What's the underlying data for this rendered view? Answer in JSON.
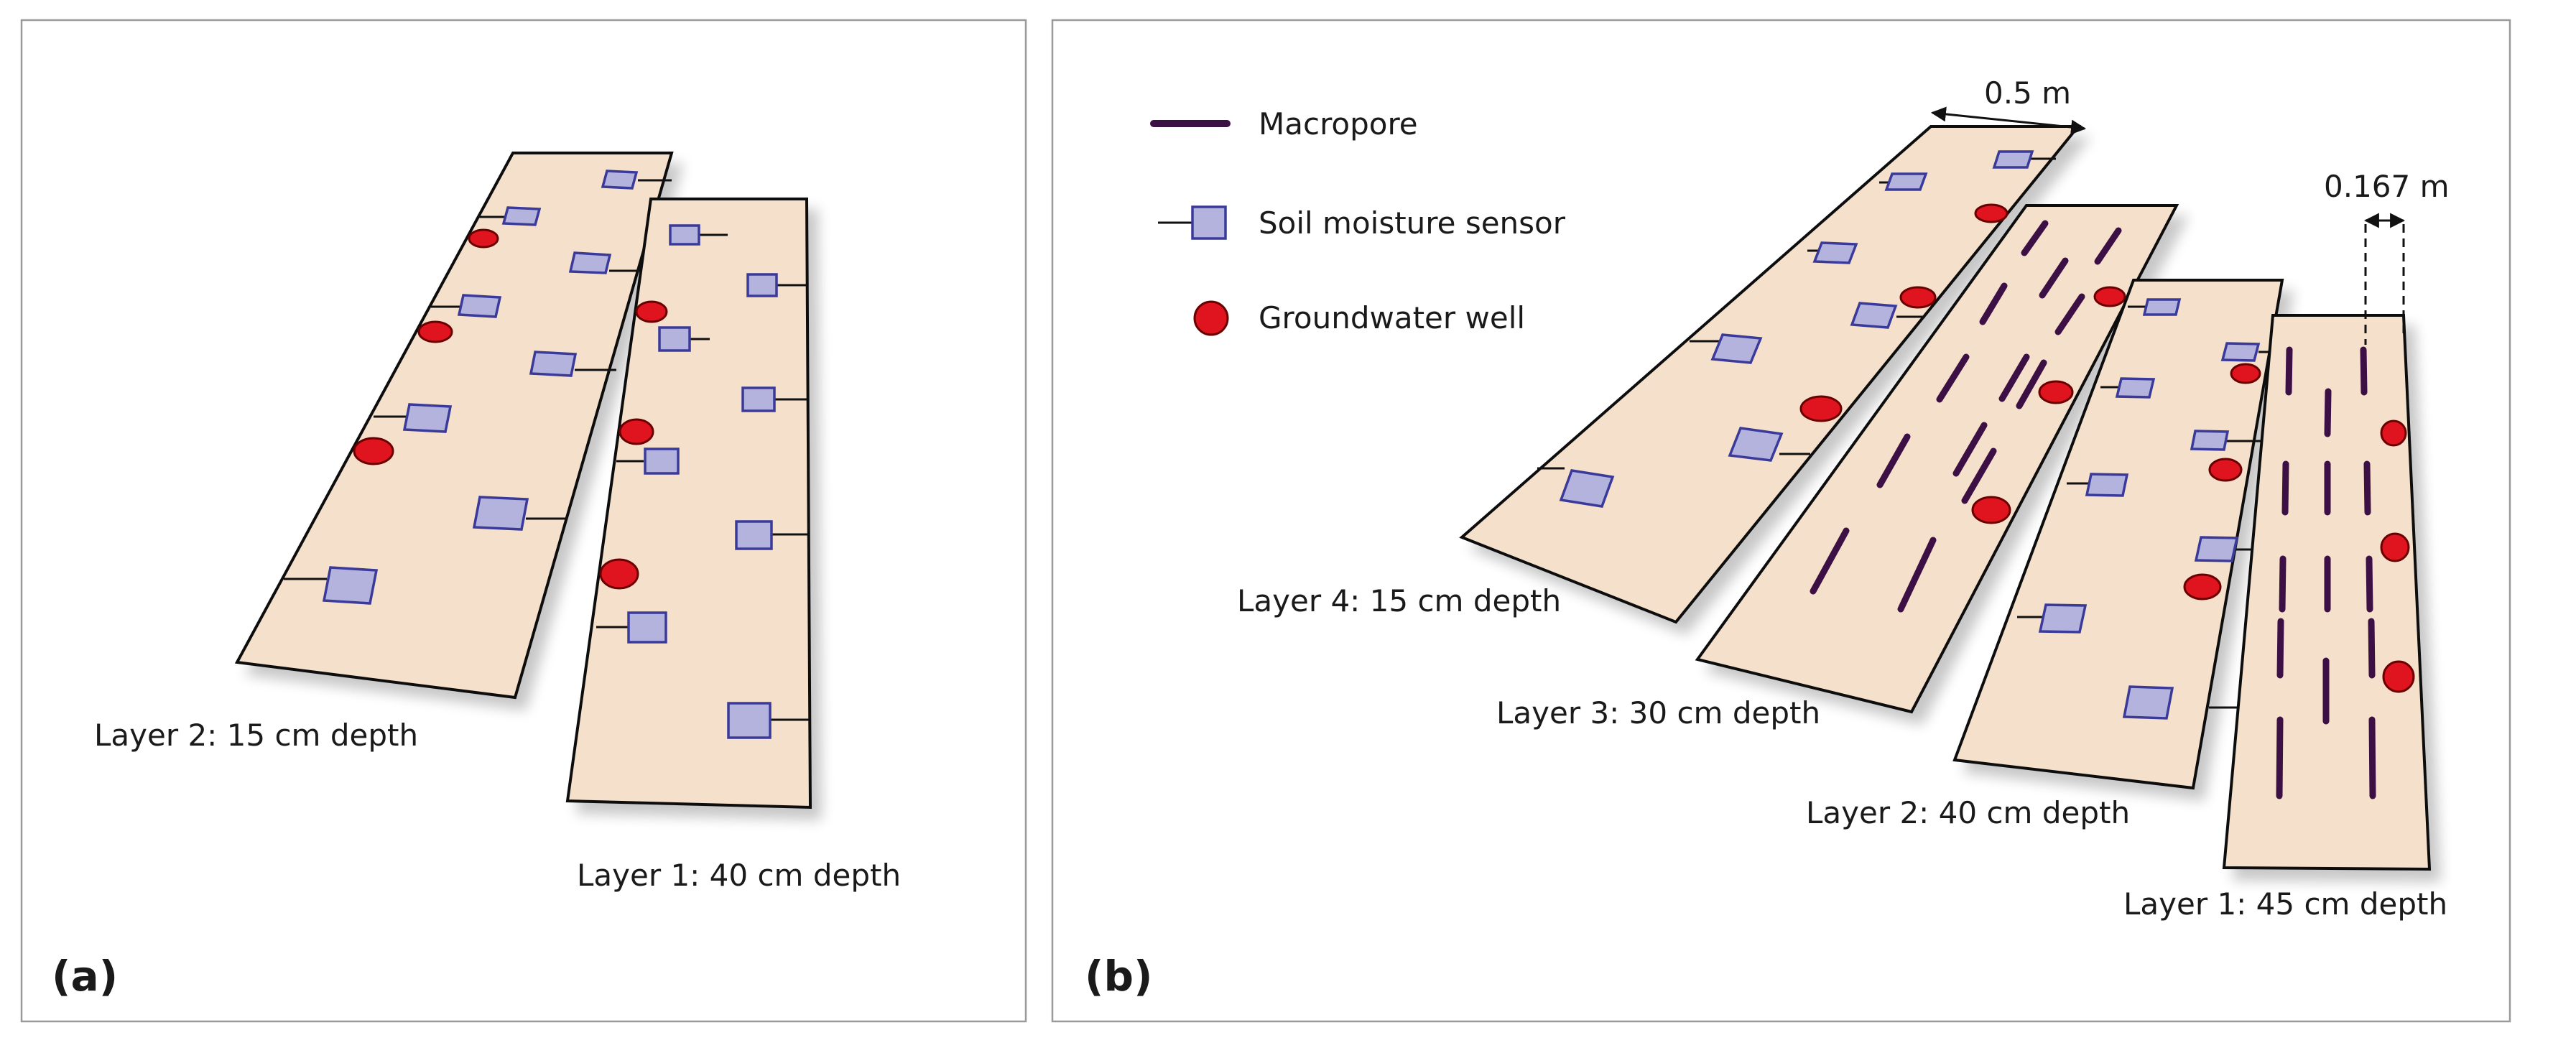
{
  "panel_a": {
    "label": "(a)",
    "layers": [
      "Layer 2: 15 cm depth",
      "Layer 1: 40 cm depth"
    ]
  },
  "panel_b": {
    "label": "(b)",
    "layers": [
      "Layer 4: 15 cm depth",
      "Layer 3: 30 cm depth",
      "Layer 2: 40 cm depth",
      "Layer 1: 45 cm depth"
    ],
    "dimensions": {
      "width_label": "0.5 m",
      "spacing_label": "0.167 m"
    },
    "legend": [
      {
        "label": "Macropore",
        "icon": "macropore-icon"
      },
      {
        "label": "Soil moisture sensor",
        "icon": "soil-moisture-sensor-icon"
      },
      {
        "label": "Groundwater well",
        "icon": "groundwater-well-icon"
      }
    ]
  },
  "colors": {
    "soil": "#f5e0cc",
    "sensor": "#b3b3de",
    "sensor_border": "#3a3a9a",
    "well": "#e0141e",
    "macropore": "#3c0f45",
    "frame": "#9a9a9a"
  }
}
